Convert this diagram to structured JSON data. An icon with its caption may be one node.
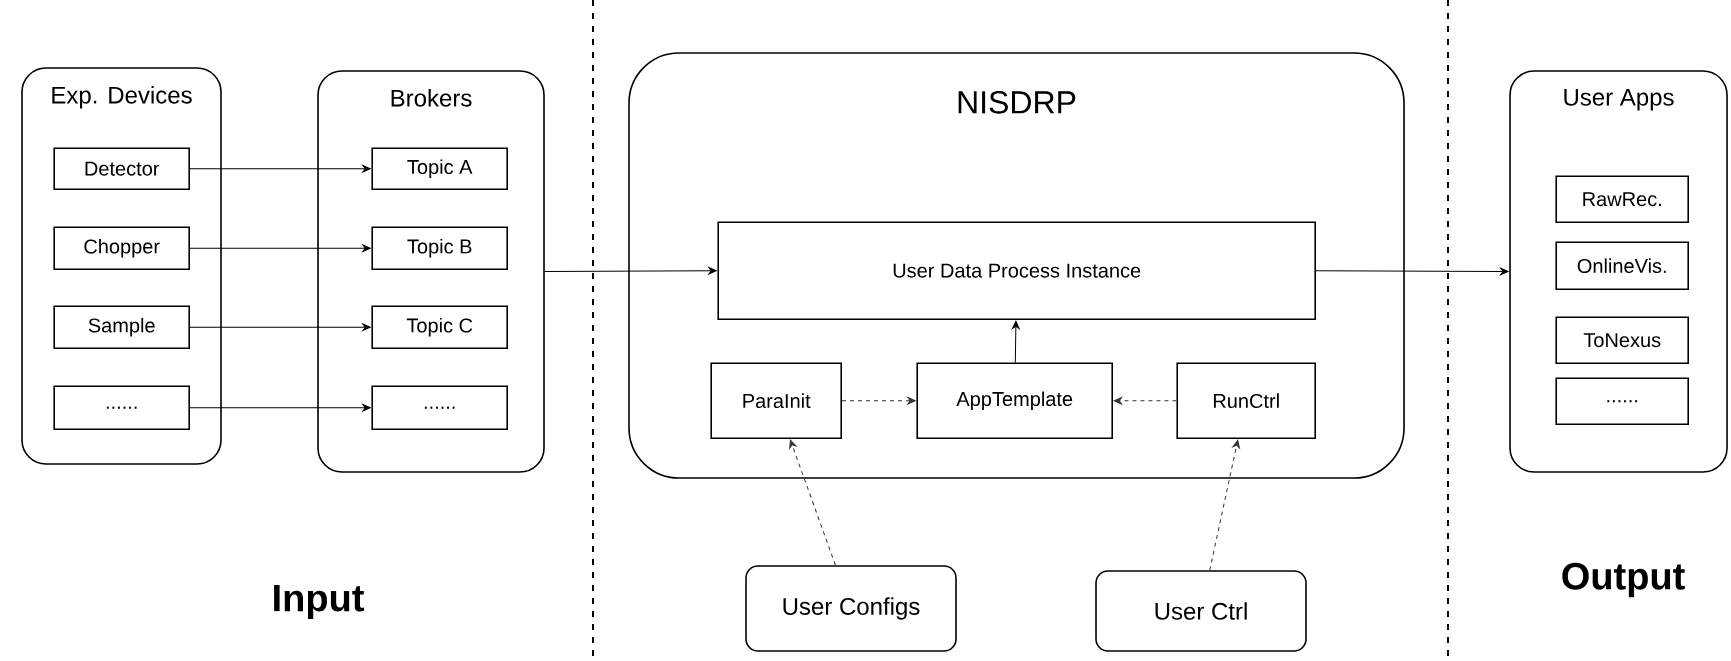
{
  "diagram": {
    "nodes": [
      {
        "text": [
          "Exp. Devices"
        ]
      },
      {
        "text": [
          "Detector"
        ],
        "in": 0
      },
      {
        "text": [
          "Chopper"
        ],
        "in": 0
      },
      {
        "text": [
          "Sample"
        ],
        "in": 0
      },
      {
        "text": [
          "......"
        ],
        "in": 0
      },
      {
        "text": [
          "Brokers"
        ]
      },
      {
        "text": [
          "Topic A"
        ],
        "in": 5
      },
      {
        "text": [
          "Topic B"
        ],
        "in": 5
      },
      {
        "text": [
          "Topic C"
        ],
        "in": 5
      },
      {
        "text": [
          "......"
        ],
        "in": 5
      },
      {
        "text": [
          "NISDRP"
        ]
      },
      {
        "text": [
          "User Data Process Instance"
        ],
        "in": 10
      },
      {
        "text": [
          "ParaInit"
        ],
        "in": 10
      },
      {
        "text": [
          "AppTemplate"
        ],
        "in": 10
      },
      {
        "text": [
          "RunCtrl"
        ],
        "in": 10
      },
      {
        "text": [
          "User Configs"
        ]
      },
      {
        "text": [
          "User Ctrl"
        ]
      },
      {
        "text": [
          "User Apps"
        ]
      },
      {
        "text": [
          "RawRec."
        ],
        "in": 17
      },
      {
        "text": [
          "OnlineVis."
        ],
        "in": 17
      },
      {
        "text": [
          "ToNexus"
        ],
        "in": 17
      },
      {
        "text": [
          "......"
        ],
        "in": 17
      }
    ],
    "edges": [
      {
        "from": 1,
        "to": 6,
        "arrow": "to"
      },
      {
        "from": 2,
        "to": 7,
        "arrow": "to"
      },
      {
        "from": 3,
        "to": 8,
        "arrow": "to"
      },
      {
        "from": 4,
        "to": 9,
        "arrow": "to"
      },
      {
        "from": 5,
        "to": 11,
        "arrow": "to"
      },
      {
        "from": 11,
        "to": 17,
        "arrow": "to"
      },
      {
        "from": 13,
        "to": 11,
        "arrow": "to"
      },
      {
        "from": 12,
        "to": 13,
        "arrow": "to",
        "style": "dashed"
      },
      {
        "from": 14,
        "to": 13,
        "arrow": "to",
        "style": "dashed"
      },
      {
        "from": 15,
        "to": 12,
        "arrow": "to",
        "style": "dashed"
      },
      {
        "from": 16,
        "to": 14,
        "arrow": "to",
        "style": "dashed"
      }
    ],
    "labels": [
      "Input",
      "Output"
    ]
  }
}
